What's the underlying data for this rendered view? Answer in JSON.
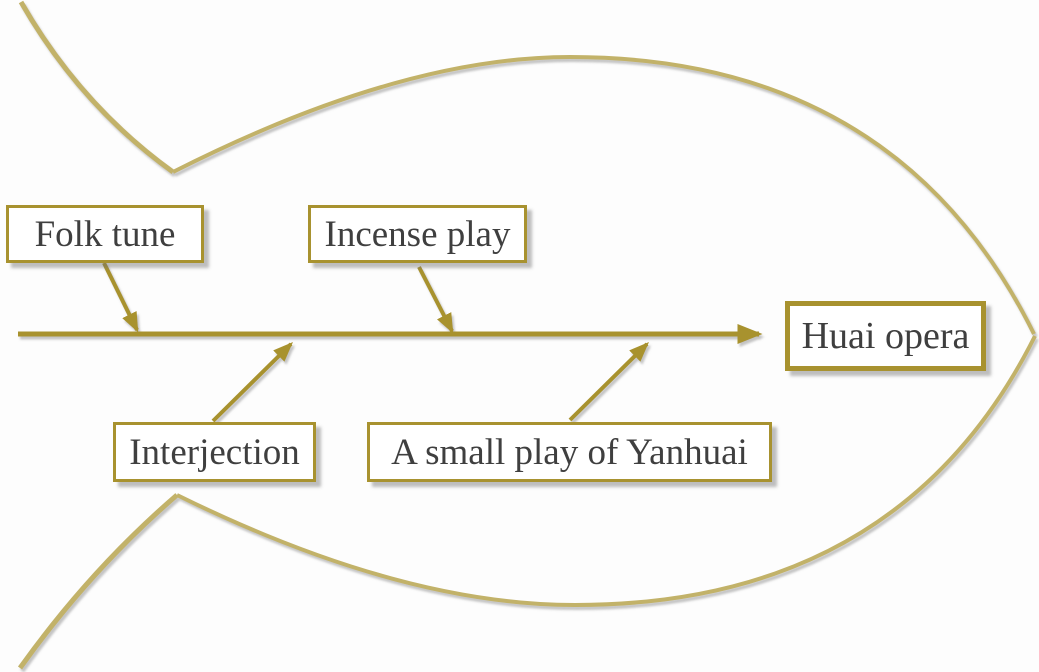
{
  "diagram_type": "fishbone",
  "effect": {
    "label": "Huai opera"
  },
  "causes": {
    "top": [
      {
        "label": "Folk tune"
      },
      {
        "label": "Incense play"
      }
    ],
    "bottom": [
      {
        "label": "Interjection"
      },
      {
        "label": "A small play of Yanhuai"
      }
    ]
  },
  "colors": {
    "skeleton": "#A8922F",
    "body_outline": "#C2B269",
    "box_border": "#A8922F",
    "box_background": "#FFFFFF",
    "text": "#3F3F3F",
    "background": "#FDFDFD"
  }
}
